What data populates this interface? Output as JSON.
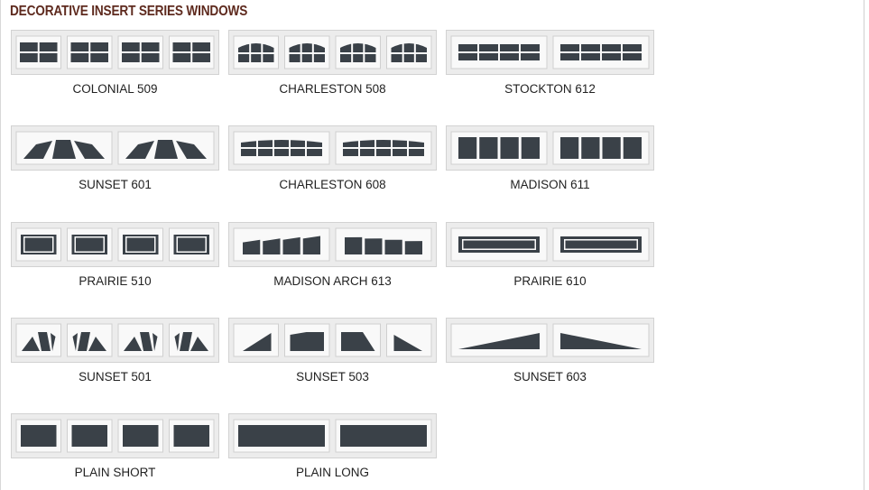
{
  "page": {
    "title": "DECORATIVE INSERT SERIES WINDOWS"
  },
  "colors": {
    "title": "#5e2a1e",
    "glass": "#3a4148",
    "frame": "#ececec",
    "pane": "#f9f9f9"
  },
  "windows": [
    {
      "name": "COLONIAL 509",
      "icon": "colonial-grid-icon"
    },
    {
      "name": "CHARLESTON 508",
      "icon": "arched-grid-icon"
    },
    {
      "name": "STOCKTON 612",
      "icon": "long-grid-icon"
    },
    {
      "name": "SUNSET 601",
      "icon": "sunburst-icon"
    },
    {
      "name": "CHARLESTON 608",
      "icon": "arched-long-grid-icon"
    },
    {
      "name": "MADISON 611",
      "icon": "square-panes-icon"
    },
    {
      "name": "PRAIRIE 510",
      "icon": "prairie-icon"
    },
    {
      "name": "MADISON ARCH 613",
      "icon": "arched-panes-icon"
    },
    {
      "name": "PRAIRIE 610",
      "icon": "prairie-long-icon"
    },
    {
      "name": "SUNSET 501",
      "icon": "sunburst-short-icon"
    },
    {
      "name": "SUNSET 503",
      "icon": "sunburst-split-icon"
    },
    {
      "name": "SUNSET 603",
      "icon": "sunburst-long-icon"
    },
    {
      "name": "PLAIN SHORT",
      "icon": "plain-short-icon"
    },
    {
      "name": "PLAIN LONG",
      "icon": "plain-long-icon"
    }
  ]
}
